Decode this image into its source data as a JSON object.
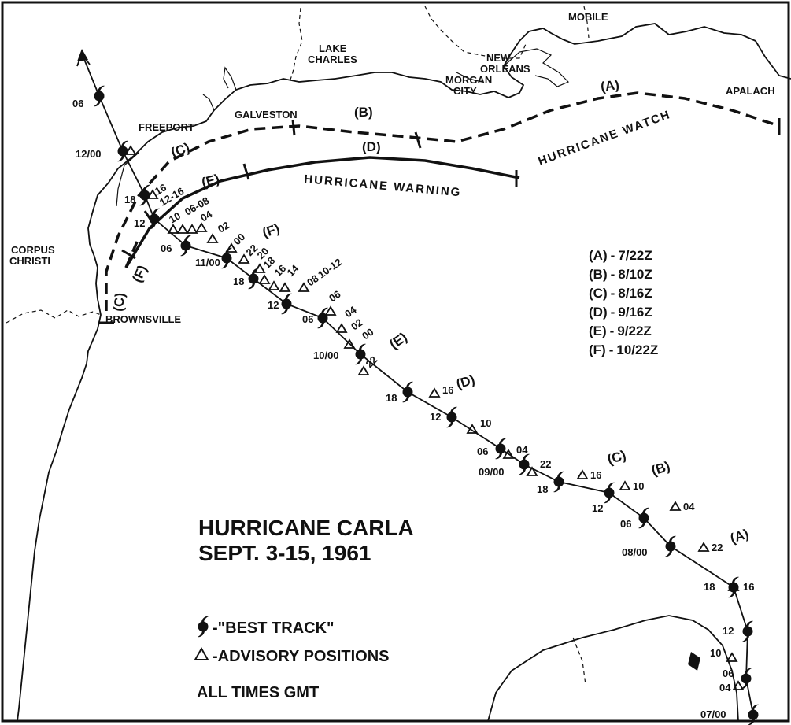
{
  "title": {
    "line1": "HURRICANE CARLA",
    "line2": "SEPT. 3-15, 1961"
  },
  "legend": {
    "best_track": "-\"BEST TRACK\"",
    "advisory": "-ADVISORY POSITIONS",
    "times": "ALL TIMES GMT"
  },
  "cities": {
    "mobile": "MOBILE",
    "lake_charles_1": "LAKE",
    "lake_charles_2": "CHARLES",
    "new_orleans_1": "NEW",
    "new_orleans_2": "ORLEANS",
    "morgan_city_1": "MORGAN",
    "morgan_city_2": "CITY",
    "apalachicola": "APALACH",
    "galveston": "GALVESTON",
    "freeport": "FREEPORT",
    "corpus_christi_1": "CORPUS",
    "corpus_christi_2": "CHRISTI",
    "brownsville": "BROWNSVILLE"
  },
  "zones": {
    "watch": "HURRICANE WATCH",
    "warning": "HURRICANE WARNING"
  },
  "segments": {
    "A": "(A)",
    "B": "(B)",
    "C": "(C)",
    "D": "(D)",
    "E": "(E)",
    "F": "(F)"
  },
  "segment_times": [
    {
      "label": "(A)",
      "time": "7/22Z"
    },
    {
      "label": "(B)",
      "time": "8/10Z"
    },
    {
      "label": "(C)",
      "time": "8/16Z"
    },
    {
      "label": "(D)",
      "time": "9/16Z"
    },
    {
      "label": "(E)",
      "time": "9/22Z"
    },
    {
      "label": "(F)",
      "time": "10/22Z"
    }
  ],
  "track_labels": {
    "t0700": "07/00",
    "t04": "04",
    "t06a": "06",
    "t10a": "10",
    "t12a": "12",
    "t16a": "16",
    "t18a": "18",
    "t22a": "22",
    "t0800": "08/00",
    "t04b": "04",
    "t06b": "06",
    "t12b": "12",
    "t10b": "10",
    "t16b": "16",
    "t18b": "18",
    "t22b": "22",
    "t0900": "09/00",
    "t04c": "04",
    "t06c": "06",
    "t10c": "10",
    "t12c": "12",
    "t16c": "16",
    "t18c": "18",
    "t22c": "22",
    "t1000": "10/00",
    "t00a": "00",
    "t02a": "02",
    "t04d": "04",
    "t06d": "06",
    "t06e": "06",
    "t08": "08",
    "t1012": "10-12",
    "t12d": "12",
    "t14": "14",
    "t16d": "16",
    "t18d": "18",
    "t18e": "18",
    "t20": "20",
    "t22d": "22",
    "t1100": "11/00",
    "t00b": "00",
    "t02b": "02",
    "t04e": "04",
    "t06f": "06",
    "t0608": "06-08",
    "t10d": "10",
    "t12e": "12",
    "t1216": "12-16",
    "t16e": "16",
    "t18f": "18",
    "t1200": "12/00",
    "t06g": "06"
  },
  "colors": {
    "ink": "#111111",
    "paper": "#ffffff"
  }
}
